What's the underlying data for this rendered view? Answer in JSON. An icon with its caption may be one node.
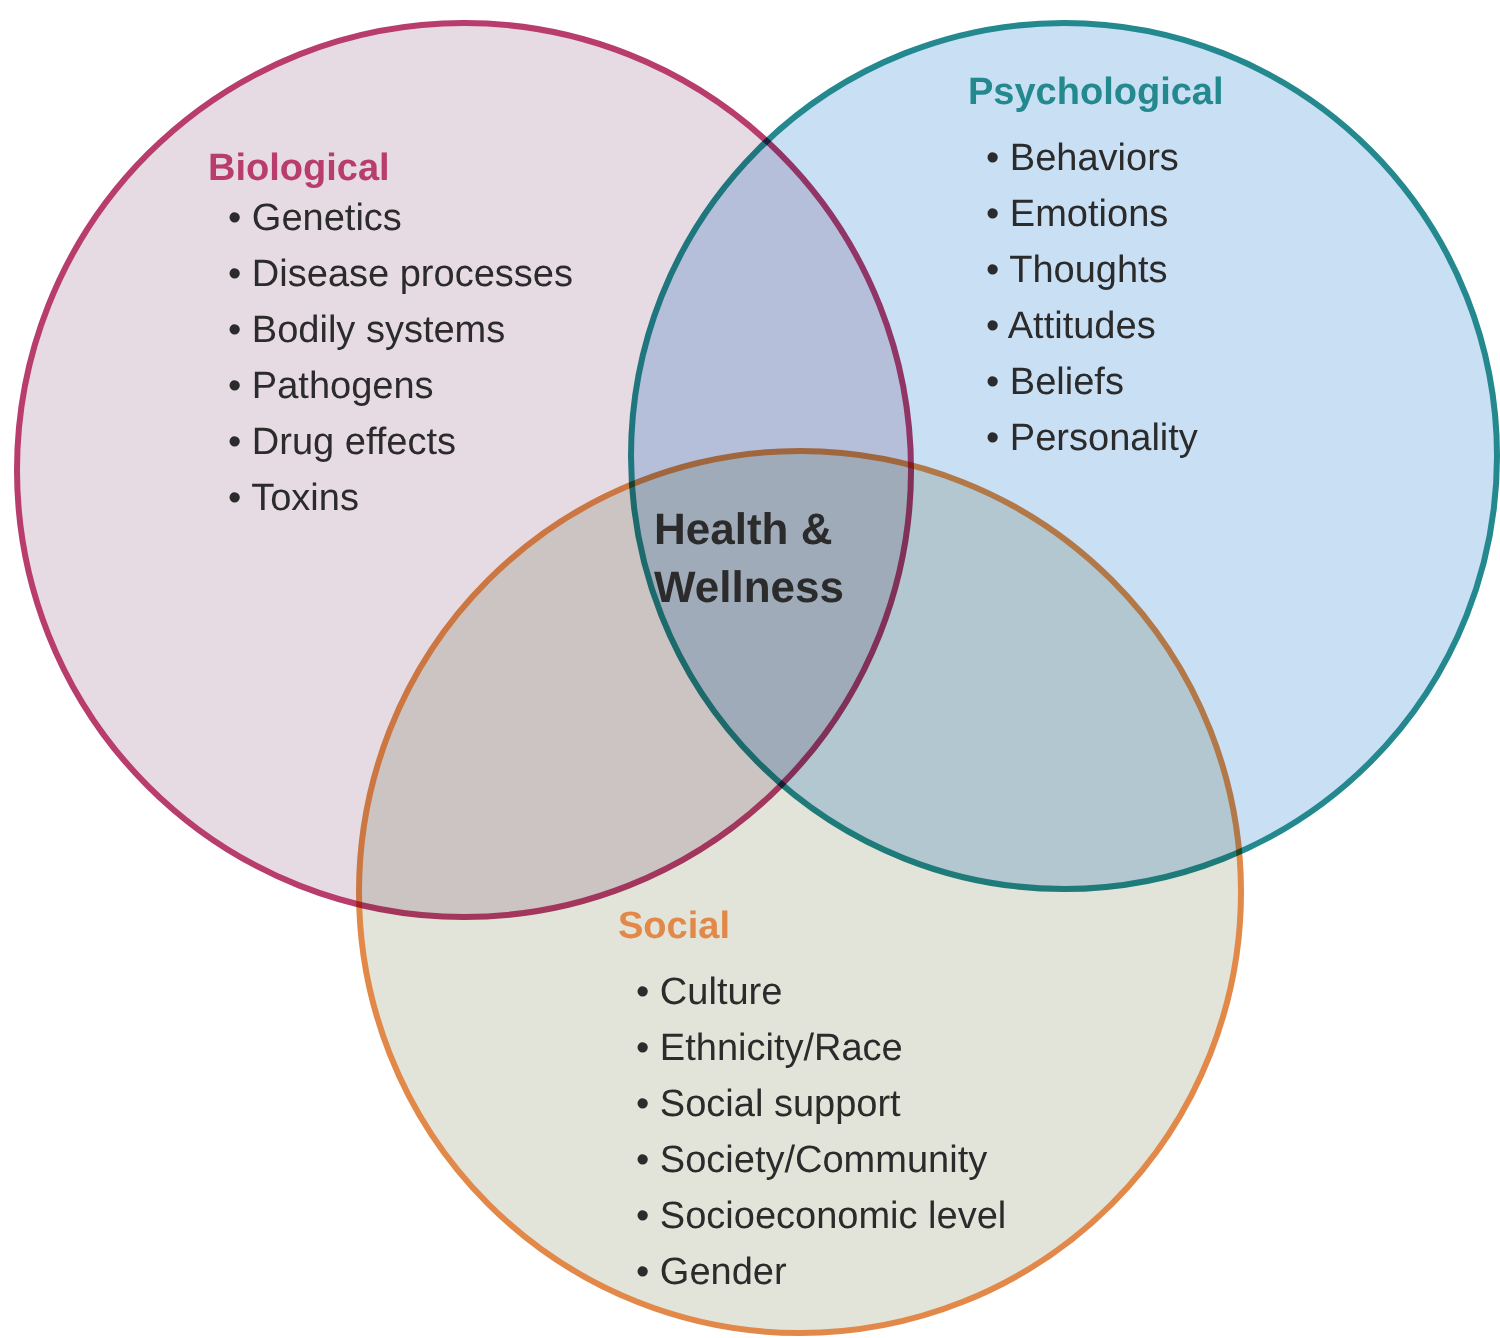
{
  "diagram": {
    "nodes": [
      {
        "text": [
          "Biological",
          "• Genetics",
          "• Disease processes",
          "• Bodily systems",
          "• Pathogens",
          "• Drug effects",
          "• Toxins"
        ]
      },
      {
        "text": [
          "Psychological",
          "• Behaviors",
          "• Emotions",
          "• Thoughts",
          "• Attitudes",
          "• Beliefs",
          "• Personality"
        ]
      },
      {
        "text": [
          "Social",
          "• Culture",
          "• Ethnicity/Race",
          "• Social support",
          "• Society/Community",
          "• Socioeconomic level",
          "• Gender"
        ]
      }
    ],
    "edges": [],
    "labels": [
      "Health & Wellness"
    ]
  }
}
